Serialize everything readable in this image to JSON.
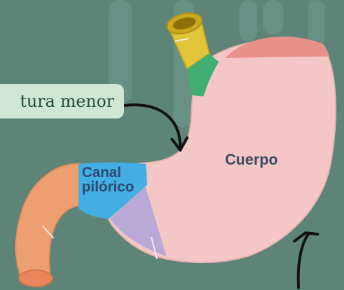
{
  "labels": {
    "curvatura_menor": "tura menor",
    "cuerpo": "Cuerpo",
    "canal_line1": "Canal",
    "canal_line2": "pilórico"
  },
  "colors": {
    "background": "#5d8477",
    "background_stripes": "#6e968a",
    "stomach_body": "#f4c7c6",
    "fundus": "#e8908a",
    "esophagus": "#e1c53a",
    "cardia": "#3fae70",
    "pyloric_canal": "#42aee2",
    "pyloric_antrum": "#b8a9d6",
    "duodenum": "#ee9f72",
    "callout_bg": "#cfe6d5",
    "arrow": "#111111"
  }
}
